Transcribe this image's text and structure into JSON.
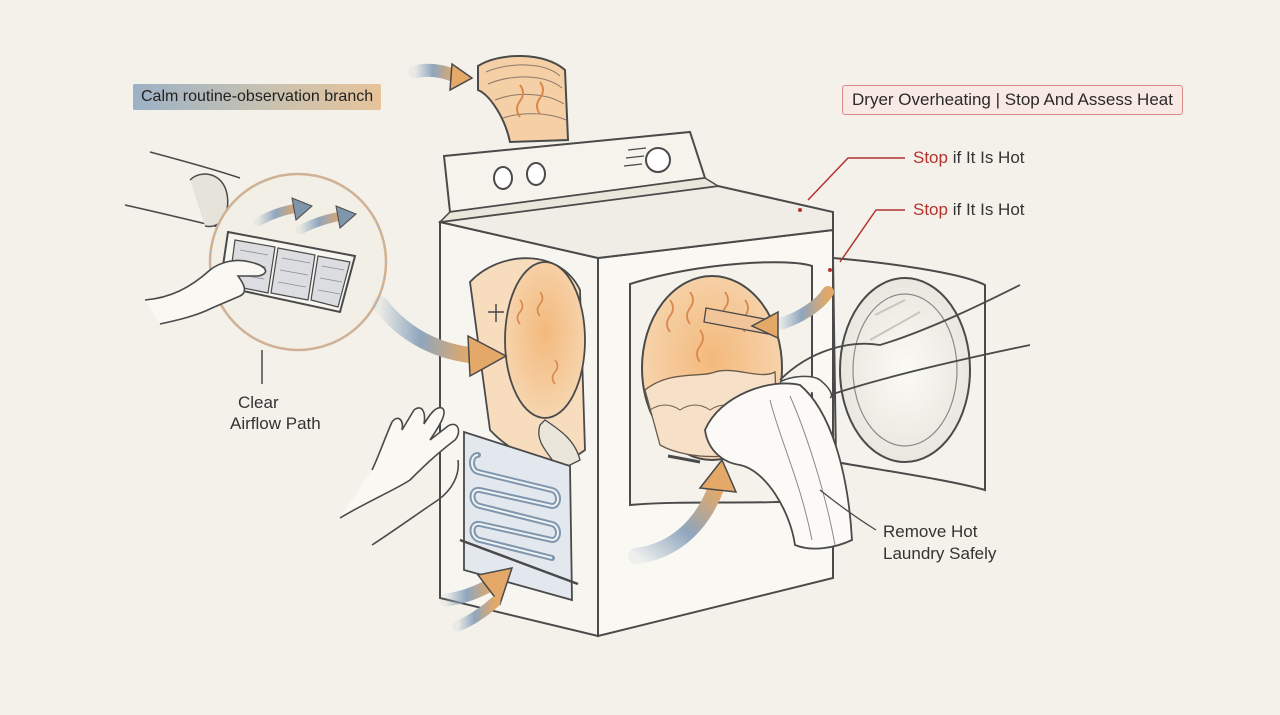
{
  "labels": {
    "branch_tag": "Calm routine-observation branch",
    "title_tag": "Dryer Overheating | Stop And Assess Heat",
    "stop_1": {
      "emphasis": "Stop",
      "rest": "if It Is Hot"
    },
    "stop_2": {
      "emphasis": "Stop",
      "rest": "if It Is Hot"
    },
    "airflow": [
      "Clear",
      "Airflow Path"
    ],
    "laundry": [
      "Remove Hot",
      "Laundry Safely"
    ]
  },
  "colors": {
    "background": "#f3f1ea",
    "line": "#4a4a4a",
    "heat_orange": "#e8a868",
    "cool_blue": "#8fa6bd",
    "stop_red": "#b5332f",
    "alert_border": "#d98a86"
  }
}
